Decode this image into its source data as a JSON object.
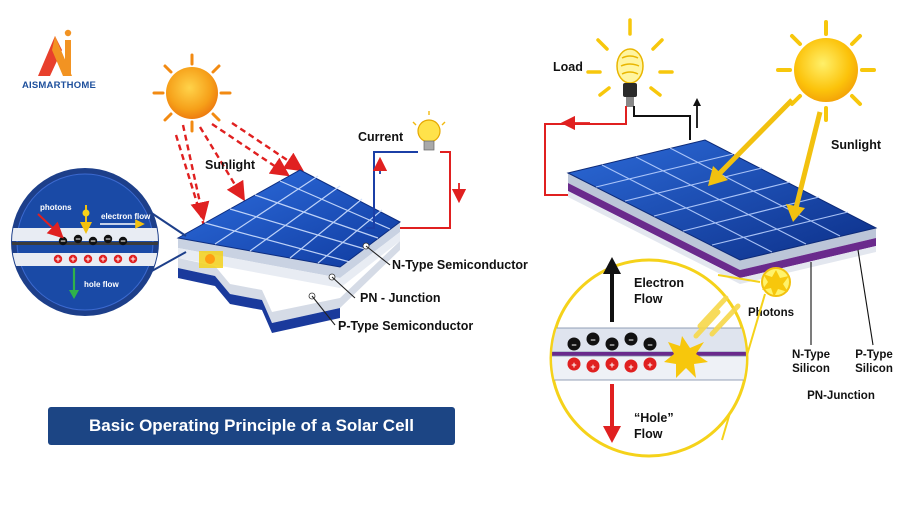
{
  "brand": {
    "name": "AISMARTHOME",
    "colors": {
      "logo_red": "#e8402c",
      "logo_orange": "#f29322",
      "logo_blue": "#1d4f9c"
    }
  },
  "title": "Basic Operating Principle of a Solar Cell",
  "left_diagram": {
    "sunlight": "Sunlight",
    "current": "Current",
    "n_type": "N-Type Semiconductor",
    "pn_junction": "PN - Junction",
    "p_type": "P-Type Semiconductor",
    "inset": {
      "photons": "photons",
      "electron_flow": "electron flow",
      "hole_flow": "hole flow"
    }
  },
  "right_diagram": {
    "load": "Load",
    "sunlight": "Sunlight",
    "photons": "Photons",
    "electron_flow": [
      "Electron",
      "Flow"
    ],
    "hole_flow": [
      "“Hole”",
      "Flow"
    ],
    "n_type_silicon": [
      "N-Type",
      "Silicon"
    ],
    "p_type_silicon": [
      "P-Type",
      "Silicon"
    ],
    "pn_junction": "PN-Junction"
  },
  "colors": {
    "panel_blue": "#1f56c4",
    "panel_dark": "#0e3596",
    "sun_yellow": "#fcc30b",
    "sun_orange": "#f38a10",
    "arrow_red": "#e02020",
    "circuit_blue": "#1b3fa6",
    "title_bg": "#1c4584",
    "inset_circle": "#1d3f8a",
    "zoom_circle_border": "#f5d21a"
  },
  "icons": [
    "logo-icon",
    "sun-icon",
    "light-bulb-icon",
    "cfl-bulb-icon"
  ]
}
